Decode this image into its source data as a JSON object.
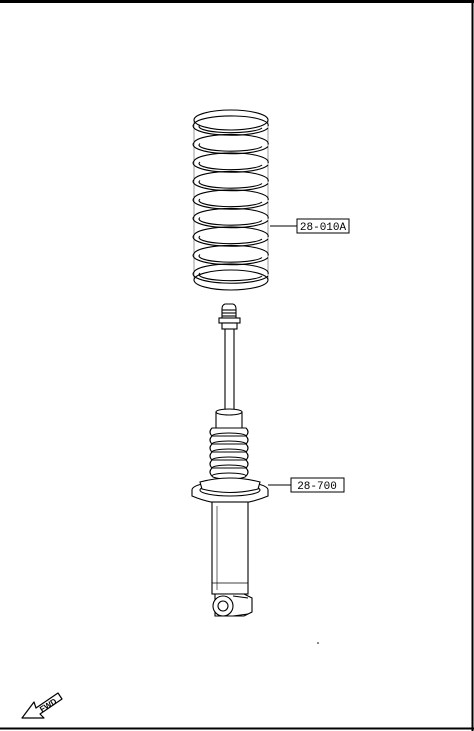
{
  "diagram": {
    "callouts": [
      {
        "id": "spring",
        "label": "28-010A"
      },
      {
        "id": "shock-absorber",
        "label": "28-700"
      }
    ],
    "direction_indicator": {
      "label": "FWD",
      "icon": "fwd-arrow-icon"
    },
    "colors": {
      "line": "#000000",
      "background": "#ffffff"
    }
  }
}
